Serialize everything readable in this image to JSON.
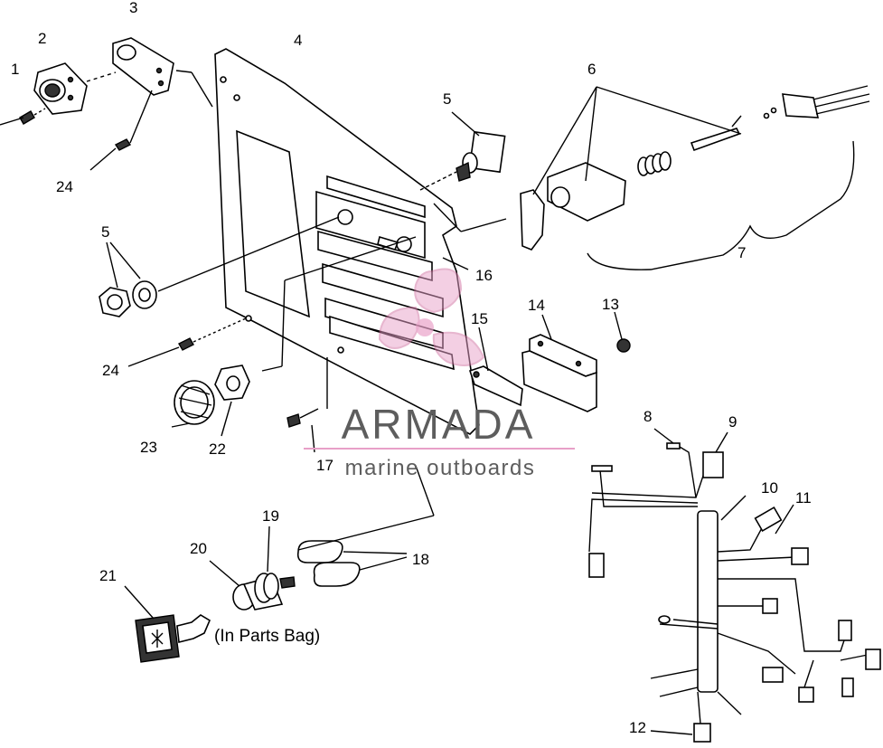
{
  "callouts": [
    "1",
    "2",
    "3",
    "4",
    "5",
    "6",
    "7",
    "8",
    "9",
    "10",
    "11",
    "12",
    "13",
    "14",
    "15",
    "16",
    "17",
    "18",
    "19",
    "20",
    "21",
    "22",
    "23",
    "24"
  ],
  "labels": {
    "l1": "1",
    "l2": "2",
    "l3": "3",
    "l4": "4",
    "l5a": "5",
    "l5b": "5",
    "l6": "6",
    "l7": "7",
    "l8": "8",
    "l9": "9",
    "l10": "10",
    "l11": "11",
    "l12": "12",
    "l13": "13",
    "l14": "14",
    "l15": "15",
    "l16": "16",
    "l17": "17",
    "l18": "18",
    "l19": "19",
    "l20": "20",
    "l21": "21",
    "l22": "22",
    "l23": "23",
    "l24a": "24",
    "l24b": "24"
  },
  "note": "(In Parts Bag)",
  "watermark": {
    "brand": "ARMADA",
    "tagline": "marine outboards",
    "logo_color": "#e8a0c8",
    "text_color": "#5d5d5d"
  }
}
